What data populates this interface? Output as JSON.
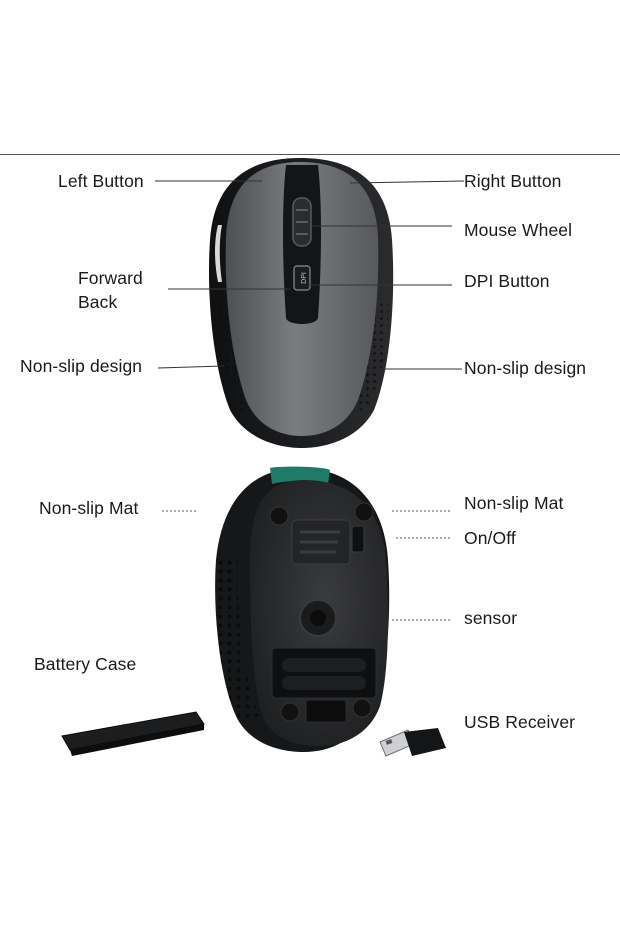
{
  "labels": {
    "left_button": "Left Button",
    "right_button": "Right Button",
    "mouse_wheel": "Mouse Wheel",
    "forward": "Forward",
    "back": "Back",
    "dpi_button": "DPI Button",
    "non_slip_design_left": "Non-slip design",
    "non_slip_design_right": "Non-slip design",
    "non_slip_mat_left": "Non-slip Mat",
    "non_slip_mat_right": "Non-slip Mat",
    "on_off": "On/Off",
    "sensor": "sensor",
    "battery_case": "Battery Case",
    "usb_receiver": "USB Receiver"
  },
  "dpi_text": "DPI",
  "colors": {
    "mouse_body": "#6e7073",
    "mouse_dark": "#1c1d1f",
    "accent_green": "#1f7a6a"
  }
}
